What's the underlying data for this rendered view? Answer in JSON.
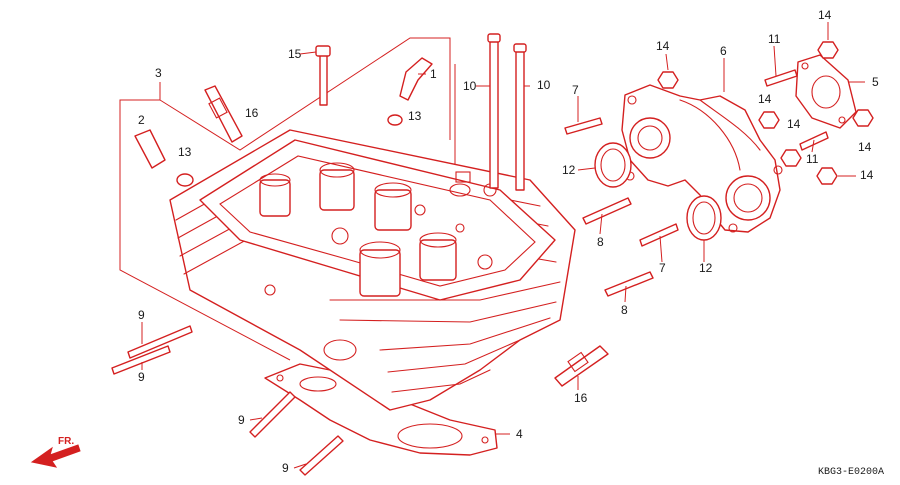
{
  "diagram": {
    "diagram_code": "KBG3-E0200A",
    "direction_label": "FR.",
    "accent_color": "#d42020",
    "callouts": [
      "1",
      "2",
      "3",
      "4",
      "5",
      "6",
      "7",
      "8",
      "9",
      "10",
      "11",
      "12",
      "13",
      "14",
      "15",
      "16"
    ]
  }
}
